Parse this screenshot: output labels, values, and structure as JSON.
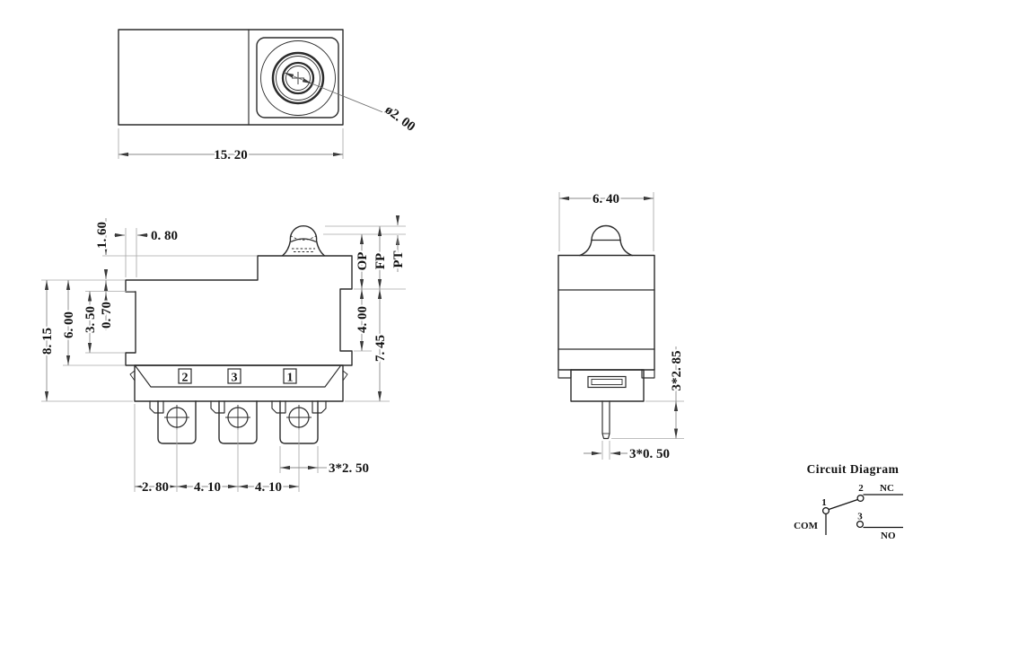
{
  "drawing": {
    "top_view": {
      "length_dim": "15. 20",
      "button_dia": "ø2. 00"
    },
    "front_view": {
      "top_dims": {
        "step_height": "1. 60",
        "step_width": "0. 80"
      },
      "left_dims": {
        "total_height": "8. 15",
        "body_height": "6. 00",
        "notch_height": "3. 50",
        "step": "0. 70"
      },
      "right_dims": {
        "op": "OP",
        "fp": "FP",
        "pt": "PT",
        "notch": "4. 00",
        "height": "7. 45"
      },
      "bottom_dims": {
        "edge_to_pin": "2. 80",
        "pitch1": "4. 10",
        "pitch2": "4. 10",
        "tab_width": "3*2. 50"
      },
      "terminals": [
        "2",
        "3",
        "1"
      ]
    },
    "side_view": {
      "width_dim": "6. 40",
      "pin_length": "3*2. 85",
      "pin_width": "3*0. 50"
    },
    "circuit": {
      "title": "Circuit Diagram",
      "pin1": "1",
      "pin2": "2",
      "pin3": "3",
      "com": "COM",
      "nc": "NC",
      "no": "NO"
    }
  }
}
